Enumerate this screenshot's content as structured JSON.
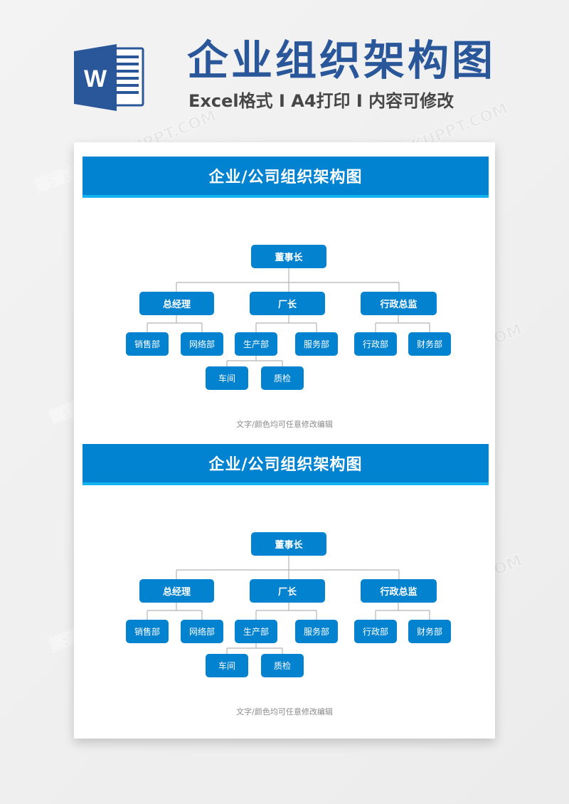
{
  "header": {
    "title": "企业组织架构图",
    "subtitle": "Excel格式 I A4打印 I 内容可修改",
    "icon": "word-document-icon",
    "icon_letter": "W",
    "title_color": "#2a579a"
  },
  "watermark": "熊猫办公 TUKUPPT.COM",
  "sections": [
    {
      "title": "企业/公司组织架构图",
      "note": "文字/颜色均可任意修改编辑",
      "org": {
        "root": "董事长",
        "level1": [
          "总经理",
          "厂长",
          "行政总监"
        ],
        "level2": [
          "销售部",
          "网络部",
          "生产部",
          "服务部",
          "行政部",
          "财务部"
        ],
        "level3": [
          "车间",
          "质检"
        ]
      }
    },
    {
      "title": "企业/公司组织架构图",
      "note": "文字/颜色均可任意修改编辑",
      "org": {
        "root": "董事长",
        "level1": [
          "总经理",
          "厂长",
          "行政总监"
        ],
        "level2": [
          "销售部",
          "网络部",
          "生产部",
          "服务部",
          "行政部",
          "财务部"
        ],
        "level3": [
          "车间",
          "质检"
        ]
      }
    }
  ],
  "colors": {
    "band": "#0183d1",
    "band_stripe": "#15b2f0",
    "node": "#0382d0",
    "connector": "#b4b4b4"
  }
}
